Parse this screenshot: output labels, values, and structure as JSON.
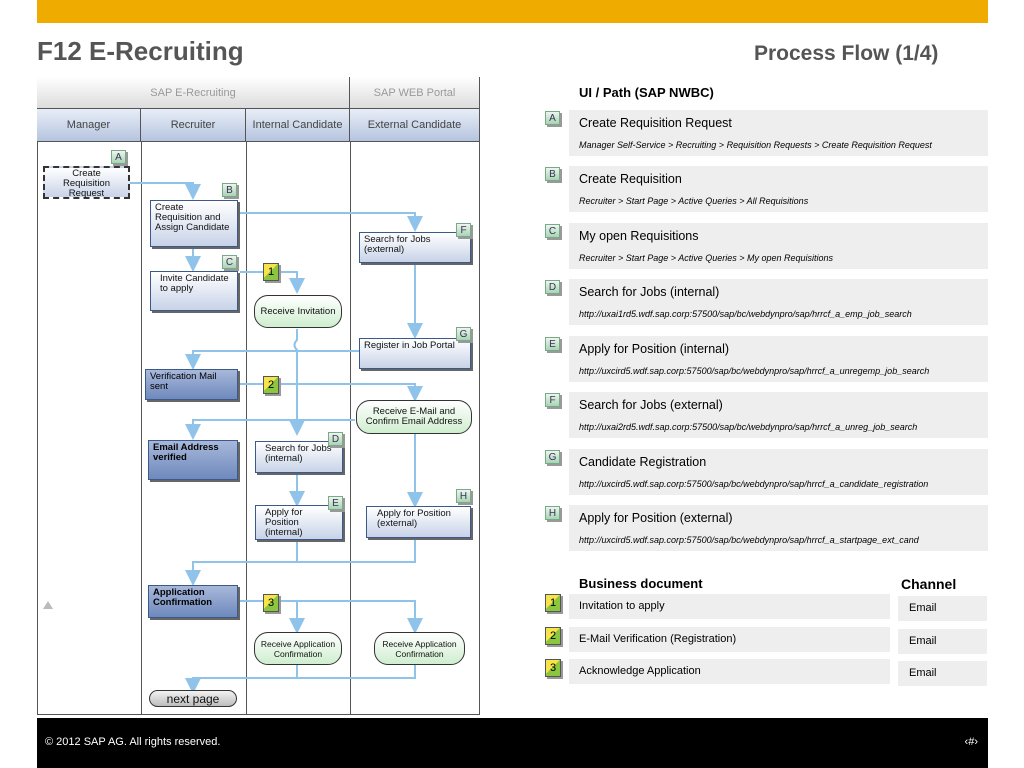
{
  "header": {
    "title": "F12 E-Recruiting",
    "right_title": "Process Flow (1/4)"
  },
  "swimlanes": {
    "systems": [
      "SAP E-Recruiting",
      "SAP WEB Portal"
    ],
    "roles": [
      "Manager",
      "Recruiter",
      "Internal Candidate",
      "External Candidate"
    ]
  },
  "flow": {
    "create_requisition_request": "Create Requisition Request",
    "create_requisition_assign": "Create Requisition and Assign Candidate",
    "invite_candidate": "Invite Candidate to apply",
    "receive_invitation": "Receive Invitation",
    "search_jobs_external": "Search for Jobs (external)",
    "register_job_portal": "Register in Job Portal",
    "verification_mail_sent": "Verification Mail sent",
    "receive_email_confirm": "Receive E-Mail and Confirm Email Address",
    "email_verified": "Email Address verified",
    "search_jobs_internal": "Search for Jobs (internal)",
    "apply_position_internal": "Apply for Position (internal)",
    "apply_position_external": "Apply for Position (external)",
    "application_confirmation": "Application Confirmation",
    "receive_app_conf_1": "Receive Application Confirmation",
    "receive_app_conf_2": "Receive Application Confirmation",
    "next_page": "next page",
    "letters": [
      "A",
      "B",
      "C",
      "D",
      "E",
      "F",
      "G",
      "H"
    ],
    "numbers": [
      "1",
      "2",
      "3"
    ]
  },
  "ui_path": {
    "heading": "UI / Path (SAP NWBC)",
    "items": [
      {
        "tag": "A",
        "title": "Create Requisition Request",
        "path": "Manager Self-Service > Recruiting > Requisition Requests > Create Requisition Request"
      },
      {
        "tag": "B",
        "title": "Create Requisition",
        "path": "Recruiter > Start Page > Active Queries > All Requisitions"
      },
      {
        "tag": "C",
        "title": "My open Requisitions",
        "path": "Recruiter > Start Page > Active Queries > My open Requisitions"
      },
      {
        "tag": "D",
        "title": "Search for Jobs (internal)",
        "path": "http://uxai1rd5.wdf.sap.corp:57500/sap/bc/webdynpro/sap/hrrcf_a_emp_job_search"
      },
      {
        "tag": "E",
        "title": "Apply for Position (internal)",
        "path": "http://uxcird5.wdf.sap.corp:57500/sap/bc/webdynpro/sap/hrrcf_a_unregemp_job_search"
      },
      {
        "tag": "F",
        "title": "Search for Jobs (external)",
        "path": "http://uxai2rd5.wdf.sap.corp:57500/sap/bc/webdynpro/sap/hrrcf_a_unreg_job_search"
      },
      {
        "tag": "G",
        "title": "Candidate Registration",
        "path": "http://uxcird5.wdf.sap.corp:57500/sap/bc/webdynpro/sap/hrrcf_a_candidate_registration"
      },
      {
        "tag": "H",
        "title": "Apply for Position (external)",
        "path": "http://uxcird5.wdf.sap.corp:57500/sap/bc/webdynpro/sap/hrrcf_a_startpage_ext_cand"
      }
    ]
  },
  "business": {
    "heading": "Business document",
    "channel_heading": "Channel",
    "items": [
      {
        "num": "1",
        "doc": "Invitation to apply",
        "channel": "Email"
      },
      {
        "num": "2",
        "doc": "E-Mail Verification (Registration)",
        "channel": "Email"
      },
      {
        "num": "3",
        "doc": "Acknowledge Application",
        "channel": "Email"
      }
    ]
  },
  "footer": {
    "copyright": "©  2012 SAP AG. All rights reserved.",
    "page": "‹#›"
  },
  "colors": {
    "accent": "#f0ab00",
    "connector": "#8fc3ea"
  }
}
